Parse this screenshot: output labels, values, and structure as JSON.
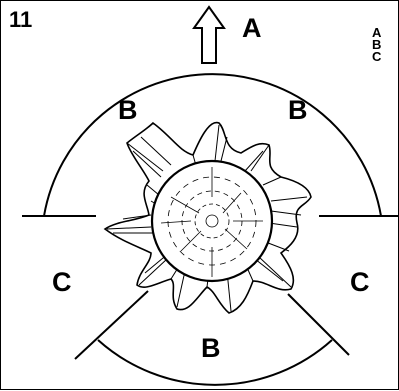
{
  "figure": {
    "number": "11"
  },
  "labels": {
    "top": "A",
    "upper_left": "B",
    "upper_right": "B",
    "left": "C",
    "right": "C",
    "bottom": "B"
  },
  "legend": {
    "items": [
      "A",
      "B",
      "C"
    ]
  }
}
